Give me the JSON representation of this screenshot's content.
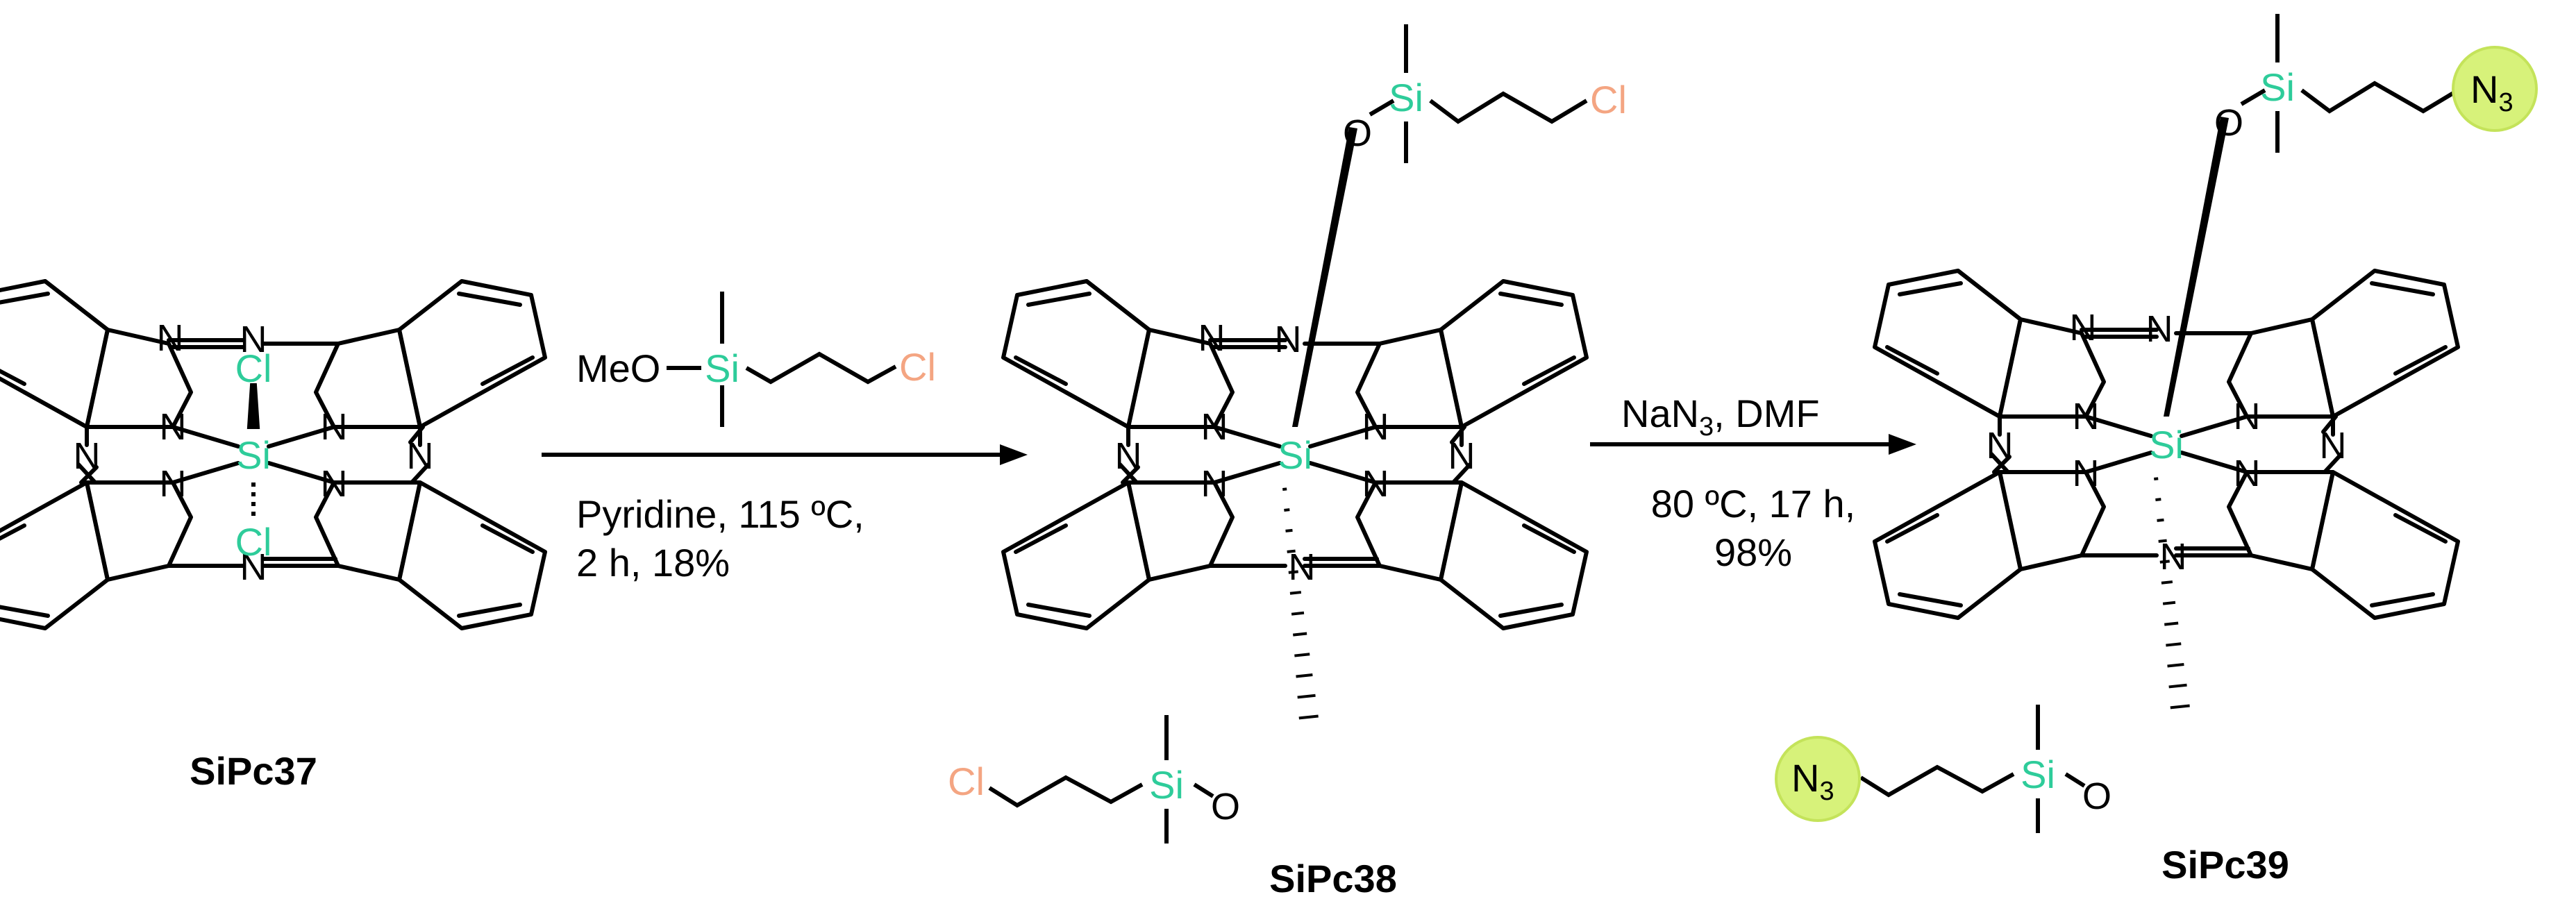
{
  "colors": {
    "bond": "#000000",
    "atom_text": "#000000",
    "silicon": "#2ECC9A",
    "chlorine": "#F4A582",
    "azide_highlight": "#D7F27A",
    "azide_highlight_edge": "#C4E35A"
  },
  "atoms": {
    "n": "N",
    "si": "Si",
    "cl": "Cl",
    "o": "O",
    "meo": "MeO",
    "n3_base": "N",
    "n3_sub": "3"
  },
  "compounds": {
    "c1_label": "SiPc37",
    "c2_label": "SiPc38",
    "c3_label": "SiPc39"
  },
  "step1": {
    "reagent_meo": "MeO",
    "conditions_line1": "Pyridine, 115 ºC,",
    "conditions_line2": "2 h, 18%"
  },
  "step2": {
    "reagent_prefix": "NaN",
    "reagent_sub": "3",
    "reagent_suffix": ", DMF",
    "conditions_line1": "80 ºC, 17 h,",
    "conditions_line2": "98%"
  }
}
